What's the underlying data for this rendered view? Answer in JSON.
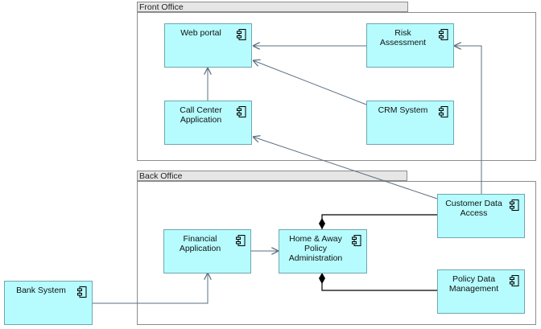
{
  "groups": {
    "front_office": {
      "label": "Front Office"
    },
    "back_office": {
      "label": "Back Office"
    }
  },
  "components": {
    "web_portal": {
      "label": "Web portal"
    },
    "risk_assessment": {
      "label": "Risk\nAssessment"
    },
    "call_center": {
      "label": "Call Center\nApplication"
    },
    "crm_system": {
      "label": "CRM System"
    },
    "customer_data_access": {
      "label": "Customer Data\nAccess"
    },
    "financial_application": {
      "label": "Financial\nApplication"
    },
    "home_away": {
      "label": "Home & Away\nPolicy\nAdministration"
    },
    "policy_data_management": {
      "label": "Policy Data\nManagement"
    },
    "bank_system": {
      "label": "Bank System"
    }
  },
  "icons": {
    "component": "component-icon"
  },
  "colors": {
    "component_fill": "#b6fcfe",
    "component_border": "#6fa6b0",
    "line": "#5a6f80"
  }
}
